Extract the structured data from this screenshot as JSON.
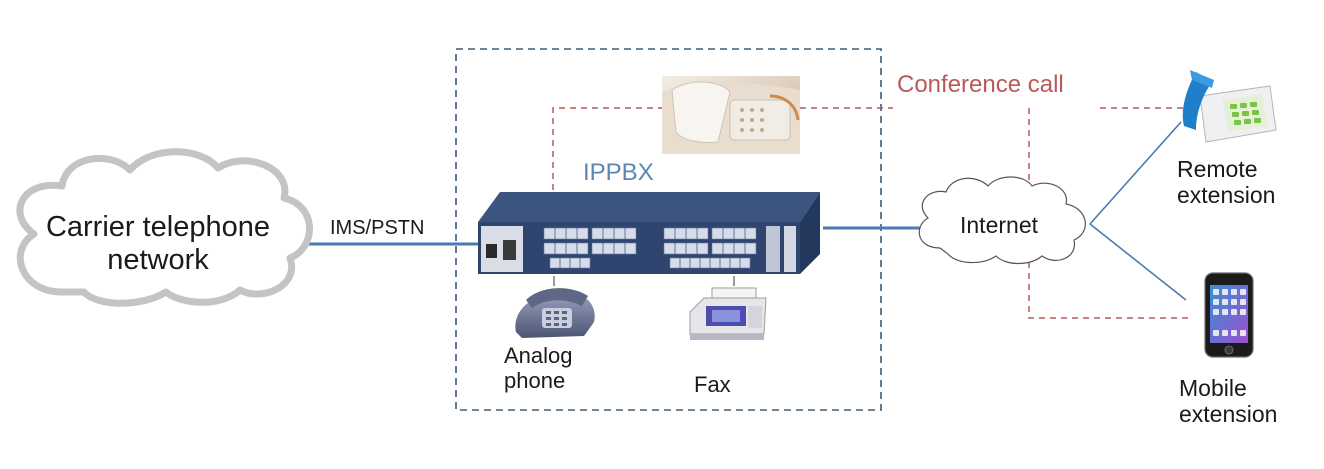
{
  "labels": {
    "carrier_line1": "Carrier telephone",
    "carrier_line2": "network",
    "ims_pstn": "IMS/PSTN",
    "ippbx": "IPPBX",
    "conference_call": "Conference call",
    "internet": "Internet",
    "remote_line1": "Remote",
    "remote_line2": "extension",
    "mobile_line1": "Mobile",
    "mobile_line2": "extension",
    "analog_line1": "Analog",
    "analog_line2": "phone",
    "fax": "Fax"
  },
  "colors": {
    "solid_link": "#4a7bb0",
    "dashed_box": "#3d5a78",
    "conference_dash": "#b85a5a",
    "ippbx_text": "#5b86b8",
    "conference_text": "#b85a5a",
    "device_body": "#2f4570",
    "cloud_stroke": "#bdbdbd"
  }
}
